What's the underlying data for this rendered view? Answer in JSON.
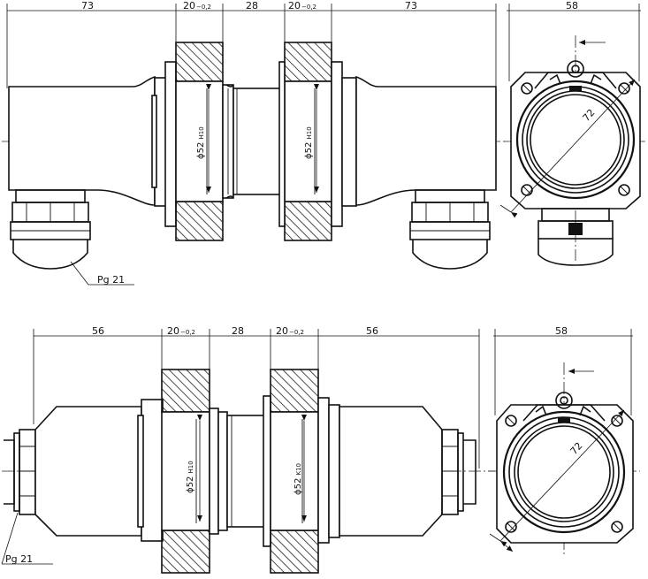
{
  "drawing": {
    "top_view": {
      "dims": {
        "left": "73",
        "flange_left": "20",
        "flange_left_tol": "−0,2",
        "middle": "28",
        "flange_right": "20",
        "flange_right_tol": "−0,2",
        "right": "73",
        "side_width": "58"
      },
      "bore_left": "ϕ52",
      "bore_left_fit": "H10",
      "bore_right": "ϕ52",
      "bore_right_fit": "H10",
      "diag": "72",
      "thread": "Pg 21"
    },
    "bottom_view": {
      "dims": {
        "left": "56",
        "flange_left": "20",
        "flange_left_tol": "−0,2",
        "middle": "28",
        "flange_right": "20",
        "flange_right_tol": "−0,2",
        "right": "56",
        "side_width": "58"
      },
      "bore_left": "ϕ52",
      "bore_left_fit": "H10",
      "bore_right": "ϕ52",
      "bore_right_fit": "K10",
      "diag": "72",
      "thread": "Pg 21"
    }
  }
}
